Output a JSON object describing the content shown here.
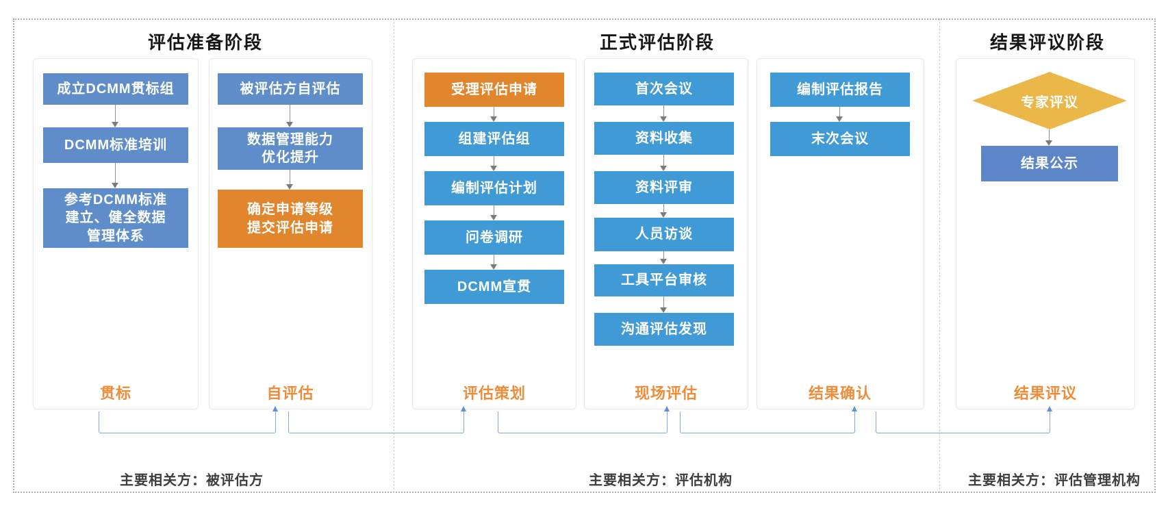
{
  "diagram": {
    "subject": "DCMM评估流程",
    "colors": {
      "bright_blue": "#3F9AD5",
      "muted_blue": "#5E8DC9",
      "result_blue": "#5C86C8",
      "orange": "#E2862D",
      "gold": "#EAB748",
      "stage_label_orange": "#EE8C3A",
      "connector_blue": "#7FA8DB",
      "step_arrow_gray": "#8F8F8F",
      "title_black": "#161616",
      "stakeholder_gray": "#3D3D3D"
    }
  },
  "phases": [
    {
      "title": "评估准备阶段",
      "stakeholder": "主要相关方：被评估方",
      "columns": [
        {
          "label": "贯标",
          "boxes": [
            {
              "text": "成立DCMM贯标组",
              "fill": "#5E8DC9"
            },
            {
              "text": "DCMM标准培训",
              "fill": "#5E8DC9"
            },
            {
              "text": "参考DCMM标准\n建立、健全数据\n管理体系",
              "fill": "#5E8DC9"
            }
          ]
        },
        {
          "label": "自评估",
          "boxes": [
            {
              "text": "被评估方自评估",
              "fill": "#5E8DC9"
            },
            {
              "text": "数据管理能力\n优化提升",
              "fill": "#5E8DC9"
            },
            {
              "text": "确定申请等级\n提交评估申请",
              "fill": "#E2862D"
            }
          ]
        }
      ]
    },
    {
      "title": "正式评估阶段",
      "stakeholder": "主要相关方：评估机构",
      "columns": [
        {
          "label": "评估策划",
          "boxes": [
            {
              "text": "受理评估申请",
              "fill": "#E2862D"
            },
            {
              "text": "组建评估组",
              "fill": "#3F9AD5"
            },
            {
              "text": "编制评估计划",
              "fill": "#3F9AD5"
            },
            {
              "text": "问卷调研",
              "fill": "#3F9AD5"
            },
            {
              "text": "DCMM宣贯",
              "fill": "#3F9AD5"
            }
          ]
        },
        {
          "label": "现场评估",
          "boxes": [
            {
              "text": "首次会议",
              "fill": "#3F9AD5"
            },
            {
              "text": "资料收集",
              "fill": "#3F9AD5"
            },
            {
              "text": "资料评审",
              "fill": "#3F9AD5"
            },
            {
              "text": "人员访谈",
              "fill": "#3F9AD5"
            },
            {
              "text": "工具平台审核",
              "fill": "#3F9AD5"
            },
            {
              "text": "沟通评估发现",
              "fill": "#3F9AD5"
            }
          ]
        },
        {
          "label": "结果确认",
          "boxes": [
            {
              "text": "编制评估报告",
              "fill": "#3F9AD5"
            },
            {
              "text": "末次会议",
              "fill": "#3F9AD5"
            }
          ]
        }
      ]
    },
    {
      "title": "结果评议阶段",
      "stakeholder": "主要相关方：评估管理机构",
      "columns": [
        {
          "label": "结果评议",
          "boxes": [
            {
              "text": "专家评议",
              "fill": "#EAB748",
              "shape": "diamond"
            },
            {
              "text": "结果公示",
              "fill": "#5C86C8"
            }
          ]
        }
      ]
    }
  ]
}
